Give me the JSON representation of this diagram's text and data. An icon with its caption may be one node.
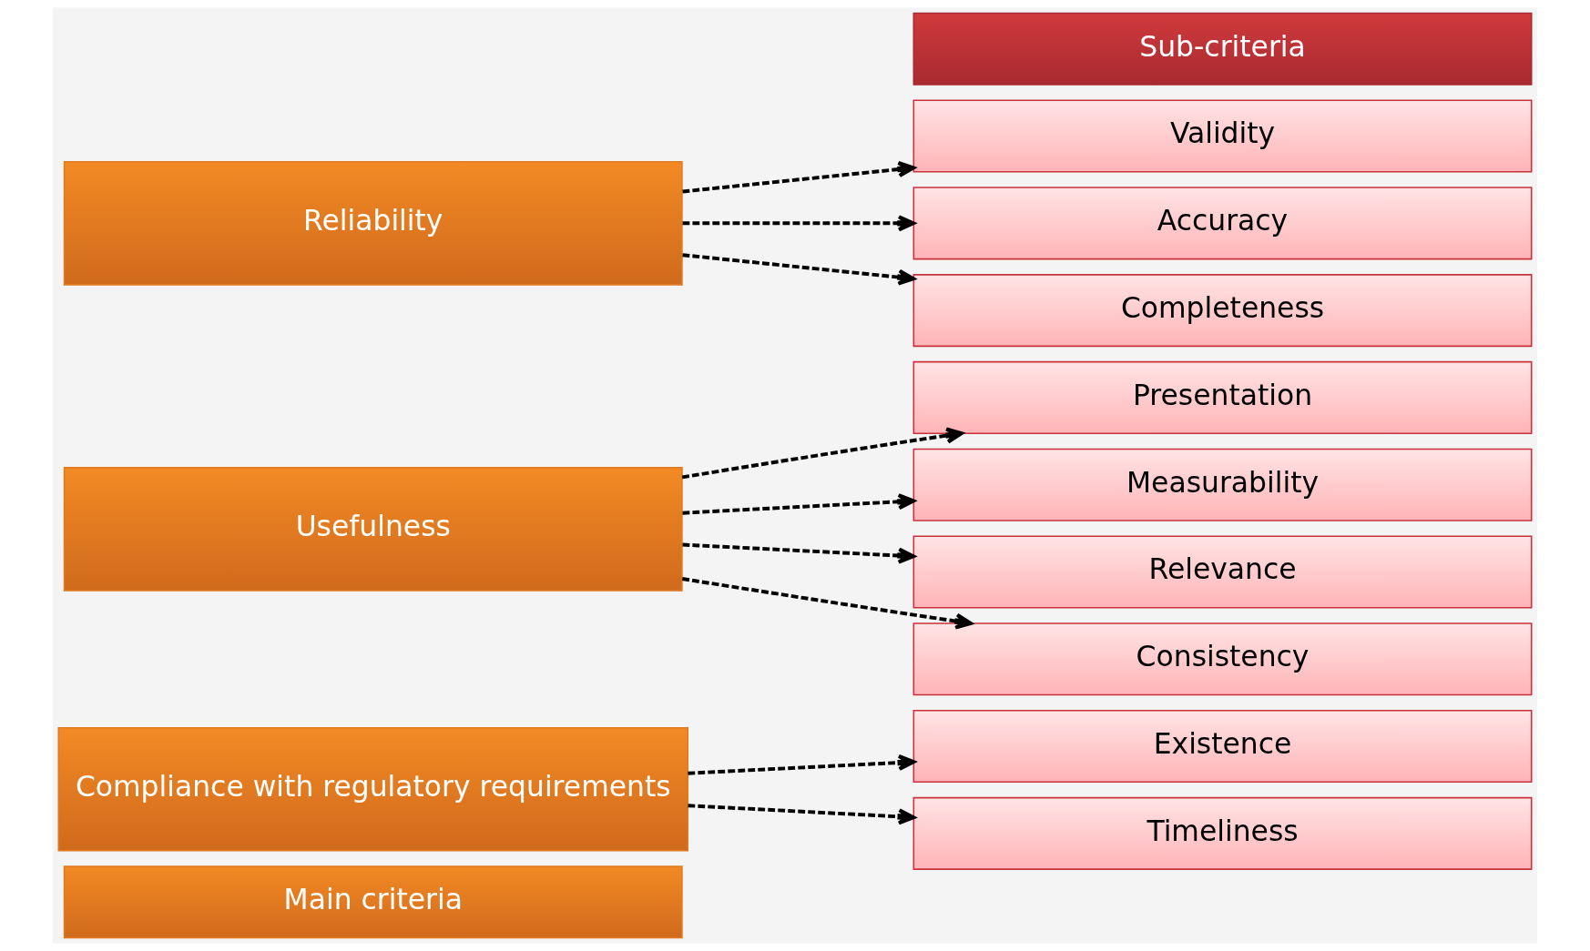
{
  "diagram": {
    "nodes": [
      {
        "text": [
          "Main criteria"
        ]
      },
      {
        "text": [
          "Compliance with regulatory requirements"
        ]
      },
      {
        "text": [
          "Usefulness"
        ]
      },
      {
        "text": [
          "Reliability"
        ]
      },
      {
        "text": [
          "Sub-criteria"
        ]
      },
      {
        "text": [
          "Existence"
        ]
      },
      {
        "text": [
          "Timeliness"
        ]
      },
      {
        "text": [
          "Presentation"
        ]
      },
      {
        "text": [
          "Measurability"
        ]
      },
      {
        "text": [
          "Relevance"
        ]
      },
      {
        "text": [
          "Consistency"
        ]
      },
      {
        "text": [
          "Validity"
        ]
      },
      {
        "text": [
          "Accuracy"
        ]
      },
      {
        "text": [
          "Completeness"
        ]
      }
    ],
    "edges": [
      {
        "from": 1,
        "to": 5,
        "arrow": "to",
        "style": "dashed"
      },
      {
        "from": 1,
        "to": 6,
        "arrow": "to",
        "style": "dashed"
      },
      {
        "from": 2,
        "to": 7,
        "arrow": "to",
        "style": "dashed"
      },
      {
        "from": 2,
        "to": 8,
        "arrow": "to",
        "style": "dashed"
      },
      {
        "from": 2,
        "to": 9,
        "arrow": "to",
        "style": "dashed"
      },
      {
        "from": 2,
        "to": 10,
        "arrow": "to",
        "style": "dashed"
      },
      {
        "from": 3,
        "to": 11,
        "arrow": "to",
        "style": "dashed"
      },
      {
        "from": 3,
        "to": 12,
        "arrow": "to",
        "style": "dashed"
      },
      {
        "from": 3,
        "to": 13,
        "arrow": "to",
        "style": "dashed"
      }
    ]
  }
}
